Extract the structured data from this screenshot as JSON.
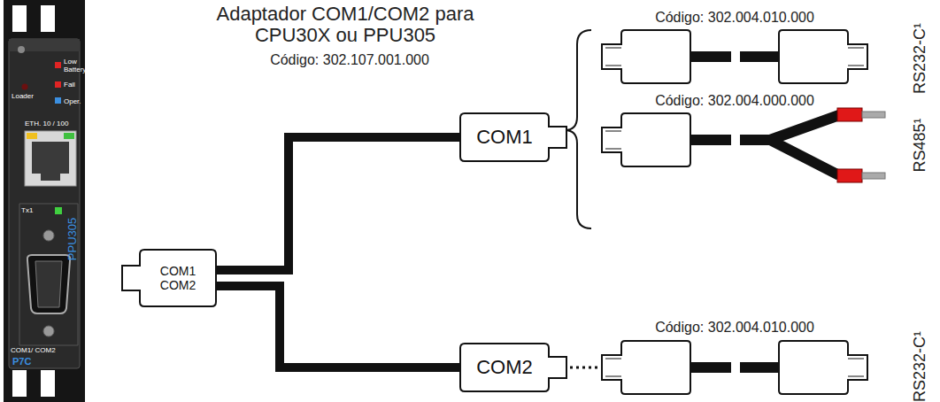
{
  "diagram": {
    "title": "Adaptador COM1/COM2 para CPU30X ou PPU305",
    "nodes": [
      {
        "text": [
          "COM1 COM2"
        ]
      },
      {
        "text": [
          "COM1"
        ]
      },
      {
        "text": [
          "COM2"
        ]
      }
    ],
    "edges": [
      {
        "from": 0,
        "to": 1,
        "arrow": "none"
      },
      {
        "from": 0,
        "to": 2,
        "arrow": "none"
      }
    ],
    "labels": [
      "Código: 302.107.001.000",
      "Low Battery",
      "Fail",
      "Loader",
      "Oper.",
      "ETH. 10 / 100",
      "Tx1",
      "PPU305",
      "COM1/ COM2",
      "P7C",
      "Código: 302.004.010.000",
      "Código: 302.004.000.000",
      "Código: 302.004.010.000",
      "RS232-C¹",
      "RS485¹",
      "RS232-C¹"
    ]
  }
}
